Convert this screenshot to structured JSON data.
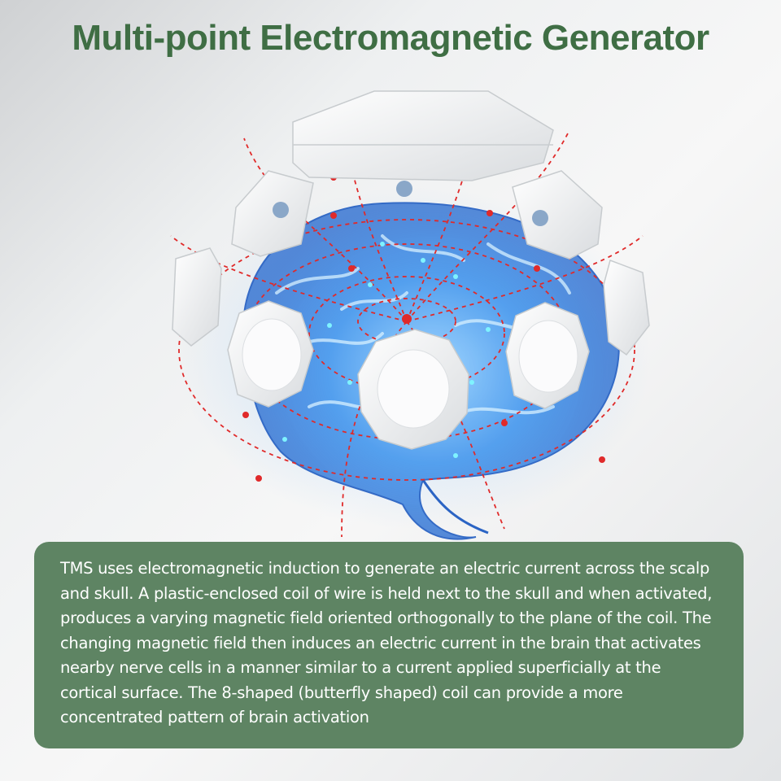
{
  "title": "Multi-point Electromagnetic Generator",
  "illustration": {
    "subject": "brain-with-coils",
    "colors": {
      "field_line": "#e02a2a",
      "brain_glow": "#3f8fe6",
      "coil_body": "#f4f5f6",
      "panel_bg": "#5e8463",
      "title": "#3f6e44"
    }
  },
  "description": "TMS uses electromagnetic induction to generate an electric current across the scalp and skull. A plastic-enclosed coil of wire is held next to the skull and when activated, produces a varying magnetic field oriented orthogonally to the plane of the coil. The changing magnetic field then induces an electric current in the brain that activates nearby nerve cells in a manner similar to a current applied superficially at the cortical surface. The 8-shaped (butterfly shaped) coil can provide a more concentrated pattern of brain activation"
}
